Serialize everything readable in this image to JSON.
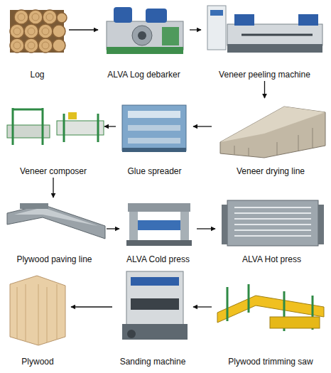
{
  "diagram": {
    "nodes": [
      {
        "text": [
          "Log"
        ]
      },
      {
        "text": [
          "ALVA Log debarker"
        ]
      },
      {
        "text": [
          "Veneer peeling machine"
        ]
      },
      {
        "text": [
          "Veneer composer"
        ]
      },
      {
        "text": [
          "Glue spreader"
        ]
      },
      {
        "text": [
          "Veneer drying line"
        ]
      },
      {
        "text": [
          "Plywood paving line"
        ]
      },
      {
        "text": [
          "ALVA Cold press"
        ]
      },
      {
        "text": [
          "ALVA Hot press"
        ]
      },
      {
        "text": [
          "Plywood"
        ]
      },
      {
        "text": [
          "Sanding machine"
        ]
      },
      {
        "text": [
          "Plywood trimming saw"
        ]
      }
    ],
    "edges": [
      {
        "from": 0,
        "to": 1,
        "arrow": "to"
      },
      {
        "from": 1,
        "to": 2,
        "arrow": "to"
      },
      {
        "from": 2,
        "to": 5,
        "arrow": "to"
      },
      {
        "from": 5,
        "to": 4,
        "arrow": "to"
      },
      {
        "from": 4,
        "to": 3,
        "arrow": "to"
      },
      {
        "from": 3,
        "to": 6,
        "arrow": "to"
      },
      {
        "from": 6,
        "to": 7,
        "arrow": "to"
      },
      {
        "from": 7,
        "to": 8,
        "arrow": "to"
      },
      {
        "from": 11,
        "to": 10,
        "arrow": "to"
      },
      {
        "from": 10,
        "to": 9,
        "arrow": "to"
      }
    ]
  }
}
